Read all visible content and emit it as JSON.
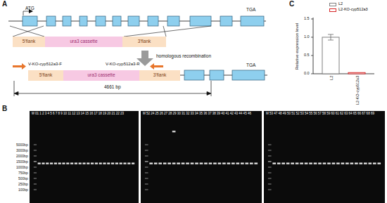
{
  "diagram": {
    "nodes": [
      {
        "text": [
          "5'flank"
        ]
      },
      {
        "text": [
          "ura3 cassette"
        ]
      },
      {
        "text": [
          "3'flank"
        ]
      },
      {
        "text": [
          "5'flank"
        ]
      },
      {
        "text": [
          "ura3 cassette"
        ]
      },
      {
        "text": [
          "3'flank"
        ]
      }
    ],
    "labels": [
      "A",
      "ATG",
      "TGA",
      "homologous recombination",
      "V-KO-cyp512a3-F",
      "V-KO-cyp512a3-R",
      "TGA",
      "4661 bp",
      "B",
      "5000bp",
      "3000bp",
      "2000bp",
      "1500bp",
      "1000bp",
      "750bp",
      "500bp",
      "250bp",
      "100bp",
      "M 01 1 2 3 4 5 6 7 8 9 10 11 12 13 14 15 16 17 18 19 20 21 22 23",
      "M 52 24 25 26 27 28 29 30 31 32 33 34 35 36 37 38 39 40 41 42 43 44 45 46",
      "M 53 47 48 49 50 51 52 53 54 55 56 57 58 59 60 61 62 63 64 65 66 67 68 69",
      "C",
      "Relative expression level",
      "1.5",
      "1.0",
      "0.5",
      "0.0",
      "L2",
      "L2-KO-cyp512a3"
    ],
    "legend": [
      {
        "text": "L2",
        "color": "#808080"
      },
      {
        "text": "L2-KO-cyp512a3",
        "color": "#d62728"
      }
    ]
  }
}
